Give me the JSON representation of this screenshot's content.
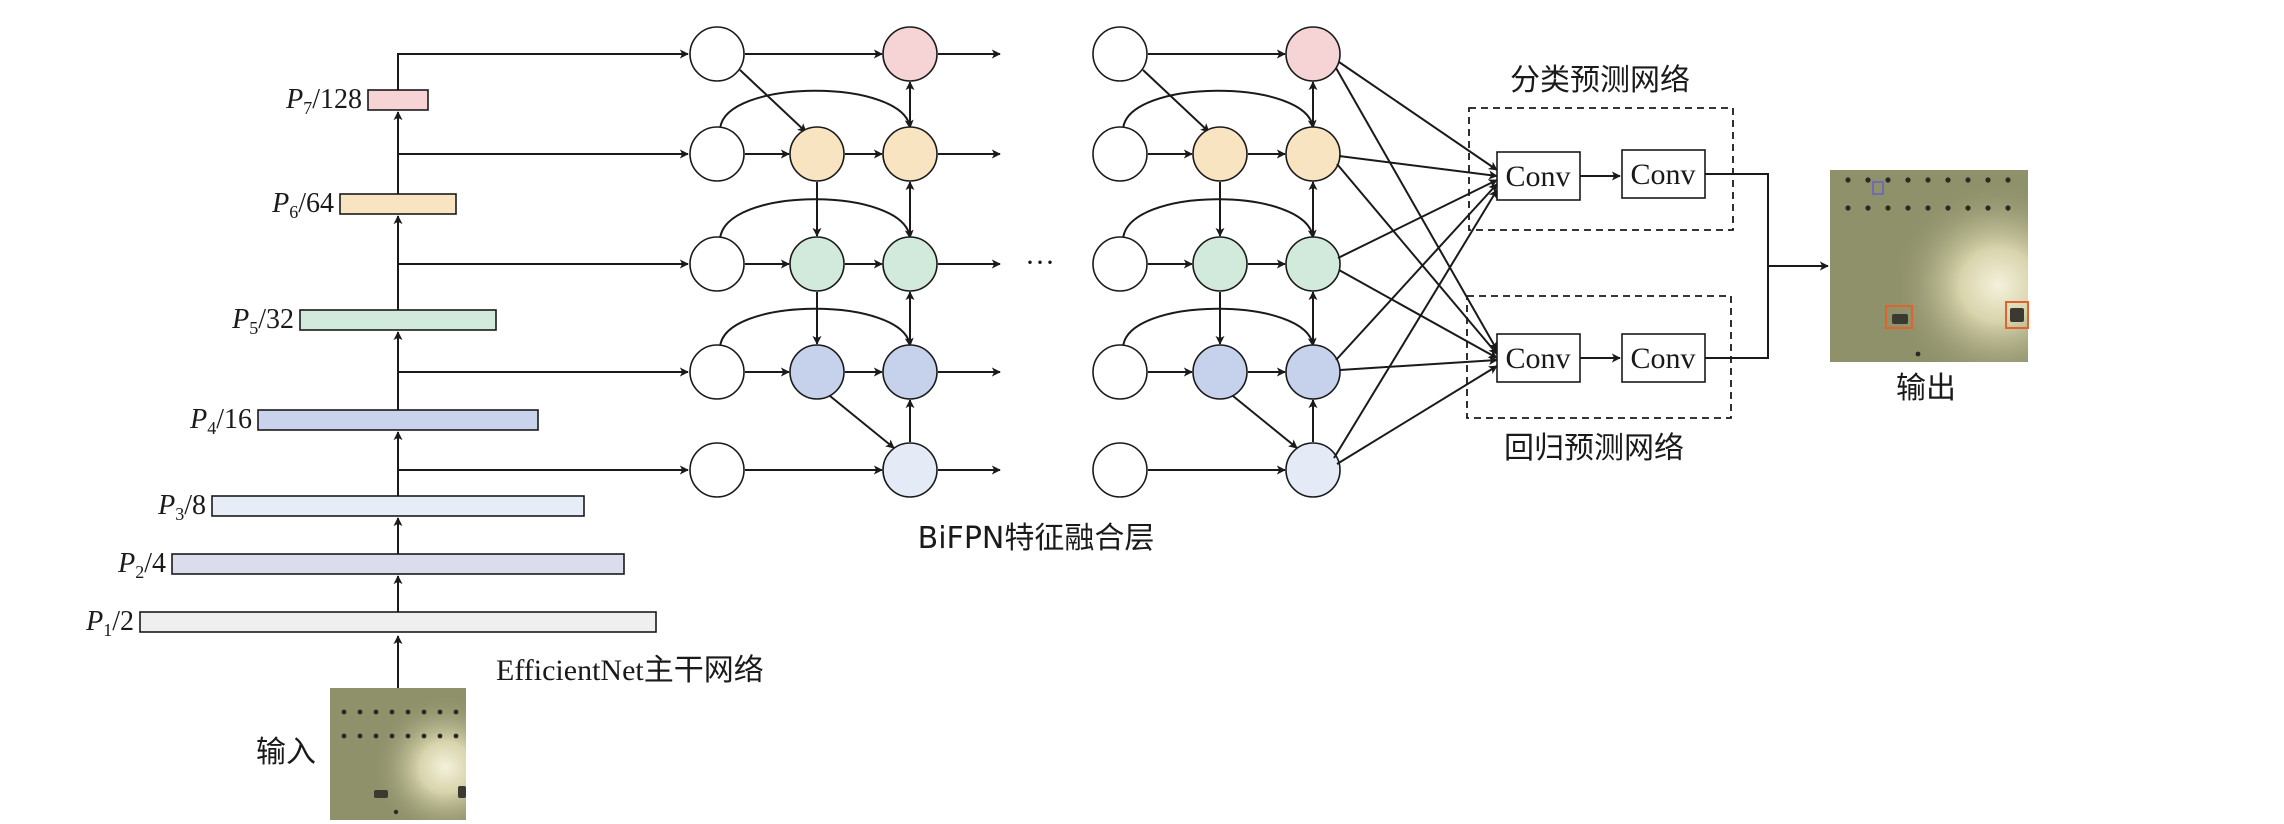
{
  "backbone": {
    "title": "EfficientNet主干网络",
    "levels": [
      {
        "name": "P",
        "sub": "1",
        "suffix": "/2",
        "color": "#efefef"
      },
      {
        "name": "P",
        "sub": "2",
        "suffix": "/4",
        "color": "#dcdcef"
      },
      {
        "name": "P",
        "sub": "3",
        "suffix": "/8",
        "color": "#e6edf7"
      },
      {
        "name": "P",
        "sub": "4",
        "suffix": "/16",
        "color": "#c9d3ec"
      },
      {
        "name": "P",
        "sub": "5",
        "suffix": "/32",
        "color": "#d1eadb"
      },
      {
        "name": "P",
        "sub": "6",
        "suffix": "/64",
        "color": "#f9e4c2"
      },
      {
        "name": "P",
        "sub": "7",
        "suffix": "/128",
        "color": "#f6d3d4"
      }
    ]
  },
  "input_label": "输入",
  "output_label": "输出",
  "bifpn": {
    "title": "BiFPN特征融合层",
    "ellipsis": "···",
    "node_colors": {
      "input": "#ffffff",
      "p7": "#f6d3d4",
      "p6": "#f9e4c2",
      "p5": "#d1eadb",
      "p4": "#c6d1ec",
      "p3": "#e4ebf6"
    }
  },
  "heads": {
    "cls_title": "分类预测网络",
    "reg_title": "回归预测网络",
    "conv_label": "Conv"
  },
  "photo_colors": {
    "board": "#8f916b",
    "glare": "#f3f0d8",
    "box_defect": "#e2622e",
    "box_small": "#6a62c4"
  }
}
